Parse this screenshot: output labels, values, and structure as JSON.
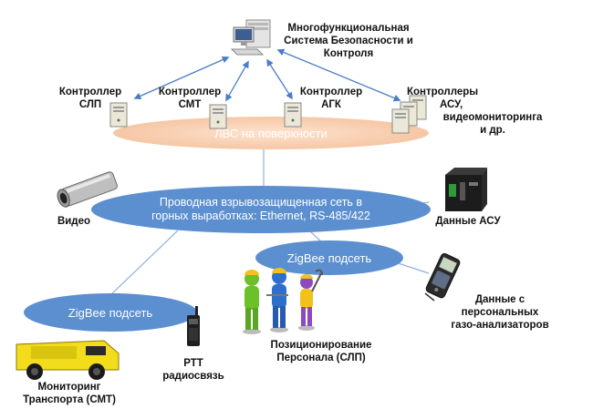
{
  "top_system": [
    "Многофункциональная",
    "Система Безопасности и",
    "Контроля"
  ],
  "controllers": {
    "slp": [
      "Контроллер",
      "СЛП"
    ],
    "smt": [
      "Контроллер",
      "СМТ"
    ],
    "agk": [
      "Контроллер",
      "АГК"
    ],
    "asu": [
      "Контроллеры",
      "АСУ,",
      "видеомониторинга",
      "и др."
    ]
  },
  "networks": {
    "lan_surface": "ЛВС на поверхности",
    "wired": [
      "Проводная взрывозащищенная сеть в",
      "горных выработках: Ethernet, RS-485/422"
    ],
    "zigbee_right": "ZigBee подсеть",
    "zigbee_left": "ZigBee подсеть"
  },
  "endpoints": {
    "video": "Видео",
    "asu_data": "Данные  АСУ",
    "gas_data": [
      "Данные с",
      "персональных",
      "газо-анализаторов"
    ],
    "personnel": [
      "Позиционирование",
      "Персонала  (СЛП)"
    ],
    "radio": [
      "РТТ",
      "радиосвязь"
    ],
    "transport": [
      "Мониторинг",
      "Транспорта  (СМТ)"
    ]
  },
  "colors": {
    "network_blue": "#5b8fd0",
    "lan_peach": "#f6c7a5",
    "arrow_blue": "#4a7cc8",
    "truck_yellow": "#f2dc1c"
  },
  "icons": {
    "workstation": "computer-workstation-icon",
    "controller": "server-tower-icon",
    "camera": "video-camera-icon",
    "asu_module": "control-module-icon",
    "gas_analyzer": "handheld-gas-analyzer-icon",
    "workers": "miner-figures-icon",
    "radio": "walkie-talkie-icon",
    "truck": "mine-truck-icon"
  }
}
